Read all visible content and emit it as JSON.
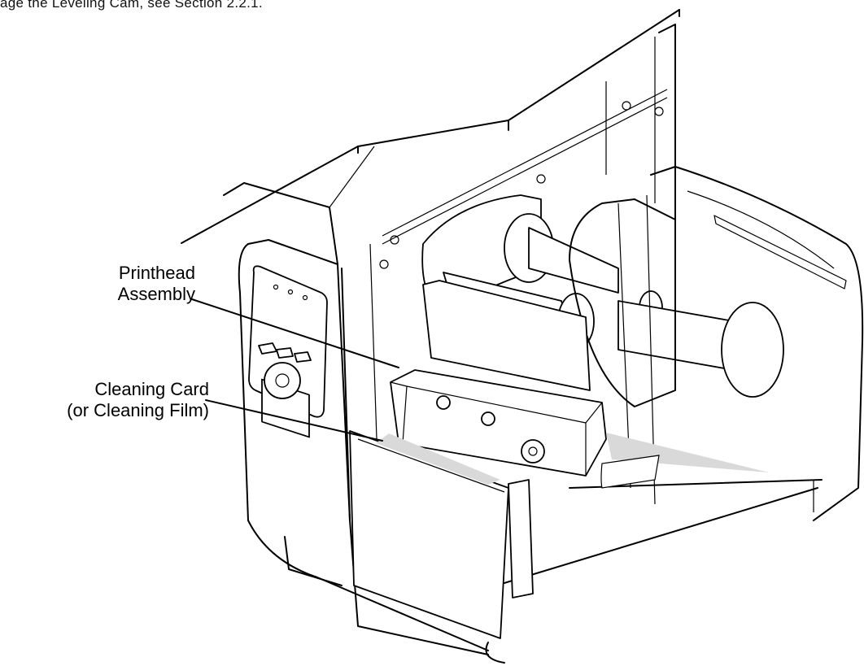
{
  "header": {
    "instruction_text": "age the Leveling Cam, see Section 2.2.1."
  },
  "callouts": {
    "printhead": {
      "line1": "Printhead",
      "line2": "Assembly"
    },
    "cleaning_card": {
      "line1": "Cleaning Card",
      "line2": "(or Cleaning Film)"
    }
  },
  "colors": {
    "line": "#000000",
    "card_fill": "#d9d9d9",
    "background": "#ffffff"
  }
}
